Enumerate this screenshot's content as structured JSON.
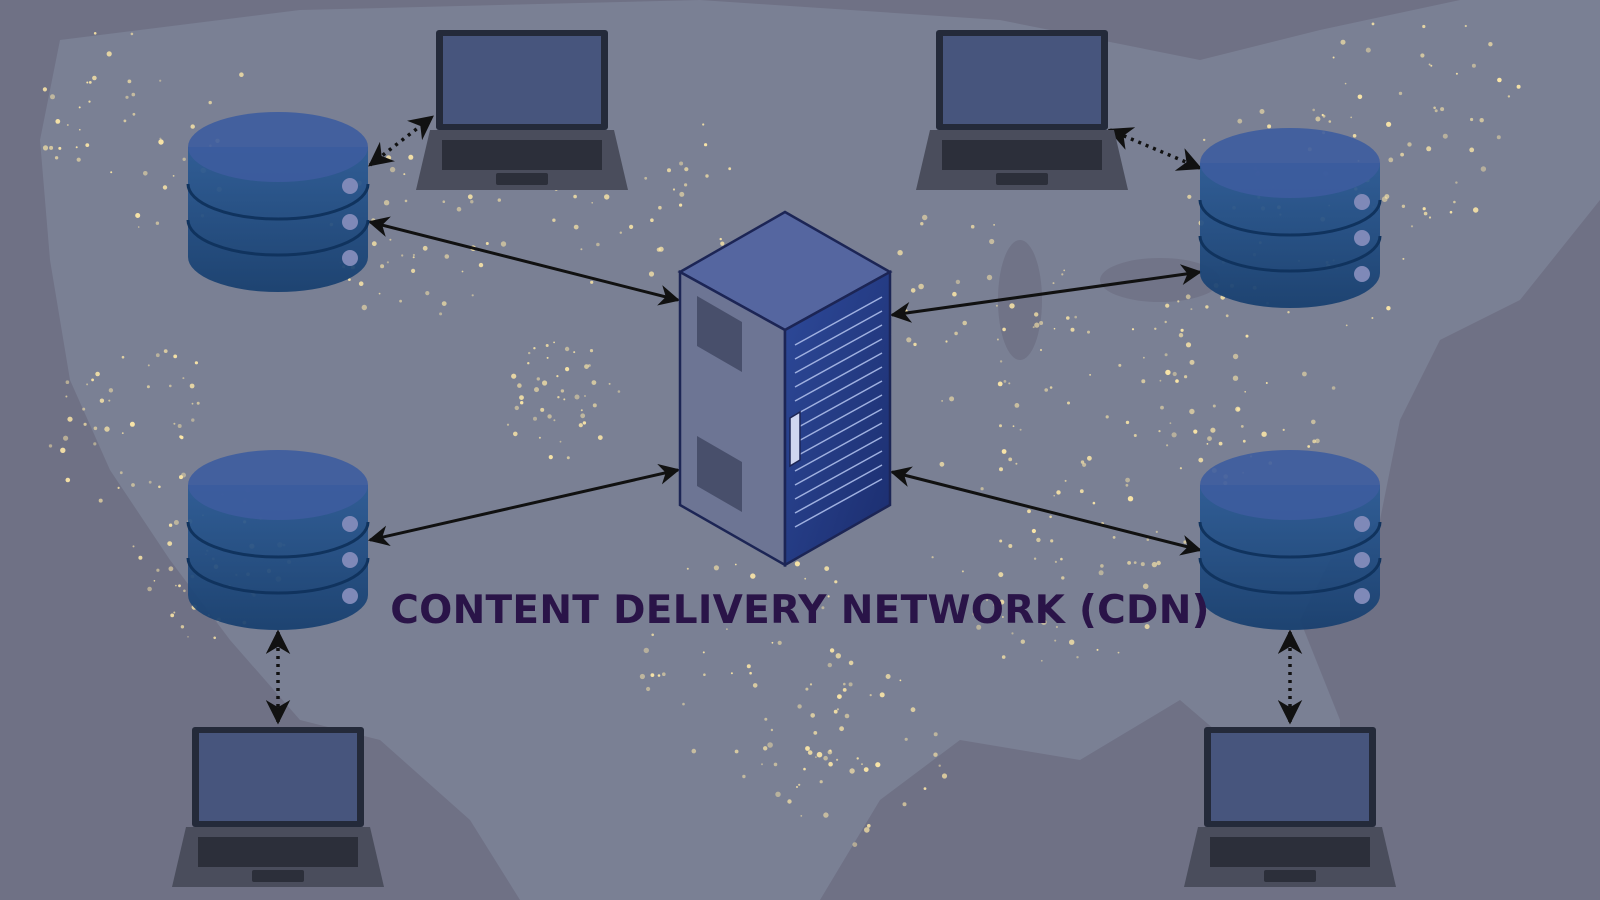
{
  "diagram": {
    "title": "CONTENT DELIVERY NETWORK (CDN)",
    "colors": {
      "background": "#6f7185",
      "land": "#7d8296",
      "city_lights": "#ffe9a8",
      "node_blue": "#1f4f86",
      "connector": "#111111",
      "title": "#2a1448"
    },
    "nodes": [
      {
        "id": "origin-server",
        "kind": "server-rack",
        "icon": "server-rack-icon"
      },
      {
        "id": "edge-db-top-left",
        "kind": "database",
        "icon": "database-icon"
      },
      {
        "id": "edge-db-bottom-left",
        "kind": "database",
        "icon": "database-icon"
      },
      {
        "id": "edge-db-top-right",
        "kind": "database",
        "icon": "database-icon"
      },
      {
        "id": "edge-db-bottom-right",
        "kind": "database",
        "icon": "database-icon"
      },
      {
        "id": "client-top-left",
        "kind": "laptop",
        "icon": "laptop-icon"
      },
      {
        "id": "client-top-right",
        "kind": "laptop",
        "icon": "laptop-icon"
      },
      {
        "id": "client-bottom-left",
        "kind": "laptop",
        "icon": "laptop-icon"
      },
      {
        "id": "client-bottom-right",
        "kind": "laptop",
        "icon": "laptop-icon"
      }
    ],
    "edges": [
      {
        "from": "origin-server",
        "to": "edge-db-top-left",
        "style": "solid",
        "arrows": "both"
      },
      {
        "from": "origin-server",
        "to": "edge-db-bottom-left",
        "style": "solid",
        "arrows": "both"
      },
      {
        "from": "origin-server",
        "to": "edge-db-top-right",
        "style": "solid",
        "arrows": "both"
      },
      {
        "from": "origin-server",
        "to": "edge-db-bottom-right",
        "style": "solid",
        "arrows": "both"
      },
      {
        "from": "edge-db-top-left",
        "to": "client-top-left",
        "style": "dotted",
        "arrows": "both"
      },
      {
        "from": "edge-db-top-right",
        "to": "client-top-right",
        "style": "dotted",
        "arrows": "both"
      },
      {
        "from": "edge-db-bottom-left",
        "to": "client-bottom-left",
        "style": "dotted",
        "arrows": "both"
      },
      {
        "from": "edge-db-bottom-right",
        "to": "client-bottom-right",
        "style": "dotted",
        "arrows": "both"
      }
    ]
  }
}
